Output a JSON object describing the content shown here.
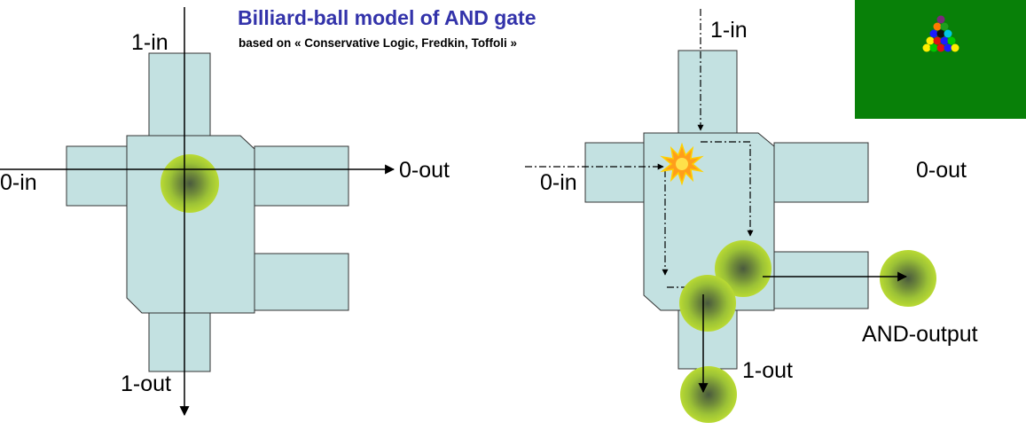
{
  "title": "Billiard-ball model of AND gate",
  "subtitle": "based on « Conservative Logic, Fredkin, Toffoli »",
  "left_gate": {
    "label_1_in": "1-in",
    "label_0_in": "0-in",
    "label_0_out": "0-out",
    "label_1_out": "1-out"
  },
  "right_gate": {
    "label_1_in": "1-in",
    "label_0_in": "0-in",
    "label_0_out": "0-out",
    "label_1_out": "1-out",
    "label_and_output": "AND-output"
  },
  "colors": {
    "channel_fill": "#c3e1e1",
    "channel_stroke": "#333333",
    "ball_outer": "#b5d631",
    "ball_core": "#4a5a3e",
    "title": "#3333aa",
    "thumbnail_bg": "#088008"
  },
  "icons": {
    "collision": "explosion-icon",
    "thumbnail": "billiard-rack-icon"
  }
}
